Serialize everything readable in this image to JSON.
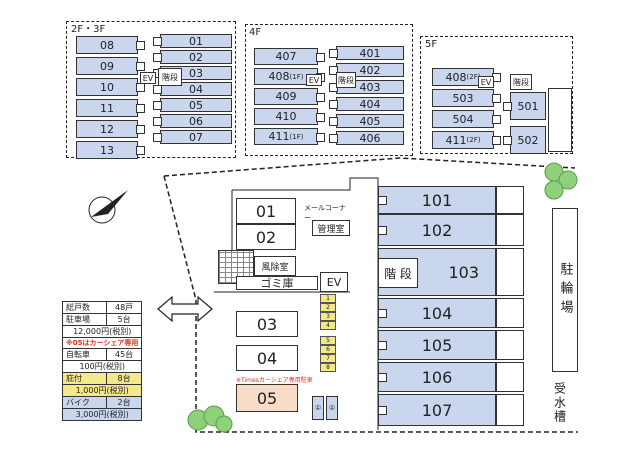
{
  "floors": {
    "f23": {
      "label": "2F・3F",
      "left_units": [
        {
          "no": "08",
          "sub": ""
        },
        {
          "no": "09",
          "sub": ""
        },
        {
          "no": "10",
          "sub": ""
        },
        {
          "no": "11",
          "sub": ""
        },
        {
          "no": "12",
          "sub": ""
        },
        {
          "no": "13",
          "sub": ""
        }
      ],
      "right_units": [
        {
          "no": "01",
          "sub": ""
        },
        {
          "no": "02",
          "sub": ""
        },
        {
          "no": "03",
          "sub": ""
        },
        {
          "no": "04",
          "sub": ""
        },
        {
          "no": "05",
          "sub": ""
        },
        {
          "no": "06",
          "sub": ""
        },
        {
          "no": "07",
          "sub": ""
        }
      ],
      "ev": "EV",
      "stairs": "階段"
    },
    "f4": {
      "label": "4F",
      "left_units": [
        {
          "no": "407",
          "sub": ""
        },
        {
          "no": "408",
          "sub": "(1F)"
        },
        {
          "no": "409",
          "sub": ""
        },
        {
          "no": "410",
          "sub": ""
        },
        {
          "no": "411",
          "sub": "(1F)"
        }
      ],
      "right_units": [
        {
          "no": "401",
          "sub": ""
        },
        {
          "no": "402",
          "sub": ""
        },
        {
          "no": "403",
          "sub": ""
        },
        {
          "no": "404",
          "sub": ""
        },
        {
          "no": "405",
          "sub": ""
        },
        {
          "no": "406",
          "sub": ""
        }
      ],
      "ev": "EV",
      "stairs": "階段"
    },
    "f5": {
      "label": "5F",
      "left_units": [
        {
          "no": "408",
          "sub": "(2F)"
        },
        {
          "no": "503",
          "sub": ""
        },
        {
          "no": "504",
          "sub": ""
        },
        {
          "no": "411",
          "sub": "(2F)"
        }
      ],
      "right_units": [
        {
          "no": "501",
          "sub": ""
        },
        {
          "no": "502",
          "sub": ""
        }
      ],
      "ev": "EV",
      "stairs": "階段"
    }
  },
  "ground": {
    "units": [
      "101",
      "102",
      "103",
      "104",
      "105",
      "106",
      "107"
    ],
    "stairs": "階 段",
    "ev": "EV",
    "parking": [
      "01",
      "02",
      "03",
      "04",
      "05"
    ],
    "mail_corner": "メールコーナー",
    "management_room": "管理室",
    "windbreak_room": "風除室",
    "garbage_room": "ゴミ庫",
    "bicycle_parking": "駐輪場",
    "water_tank": "受水槽",
    "bike_slots_a": [
      "1",
      "2",
      "3",
      "4"
    ],
    "bike_slots_b": [
      "5",
      "6",
      "7",
      "8"
    ],
    "moto_slots": [
      "①",
      "①"
    ],
    "times_note": "※Timesカーシェア専用駐車"
  },
  "summary": [
    {
      "label": "総戸数",
      "value": "48戸",
      "bg": "#ffffff"
    },
    {
      "label": "駐車場",
      "value": "5台",
      "bg": "#ffffff"
    },
    {
      "full": "12,000円(税別)",
      "bg": "#ffffff"
    },
    {
      "full": "※05はカーシェア専用",
      "bg": "#ffffff",
      "red": true
    },
    {
      "label": "自転車",
      "value": "45台",
      "bg": "#ffffff"
    },
    {
      "full": "100円(税別)",
      "bg": "#ffffff"
    },
    {
      "label": "庇付",
      "value": "8台",
      "bg": "#f3e98a"
    },
    {
      "full": "1,000円(税別)",
      "bg": "#f3e98a"
    },
    {
      "label": "バイク",
      "value": "2台",
      "bg": "#c9d6ee"
    },
    {
      "full": "3,000円(税別)",
      "bg": "#c9d6ee"
    }
  ],
  "colors": {
    "unit": "#c9d6ee",
    "bike": "#f3e98a",
    "car_share": "#f8dcc8",
    "tree": "#8fd17a",
    "note_red": "#e0301e"
  }
}
